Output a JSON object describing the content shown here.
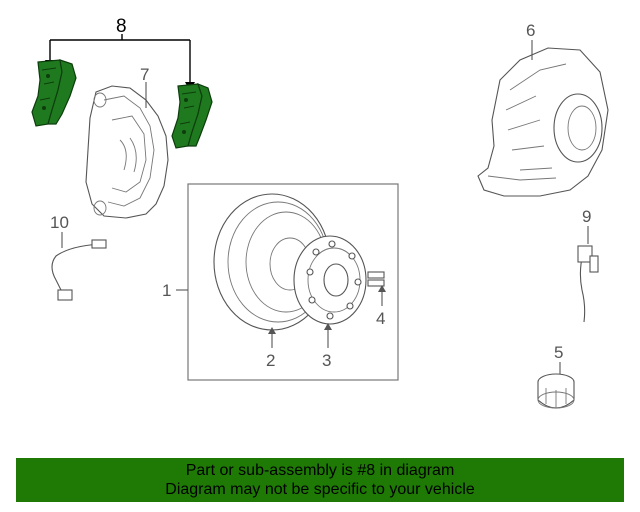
{
  "diagram": {
    "callouts": {
      "c1": "1",
      "c2": "2",
      "c3": "3",
      "c4": "4",
      "c5": "5",
      "c6": "6",
      "c7": "7",
      "c8": "8",
      "c9": "9",
      "c10": "10"
    },
    "colors": {
      "highlight": "#1f7a1f",
      "banner": "#1e7a05",
      "line": "#555555"
    }
  },
  "banner": {
    "line1": "Part or sub-assembly is #8 in diagram",
    "line2": "Diagram may not be specific to your vehicle"
  }
}
